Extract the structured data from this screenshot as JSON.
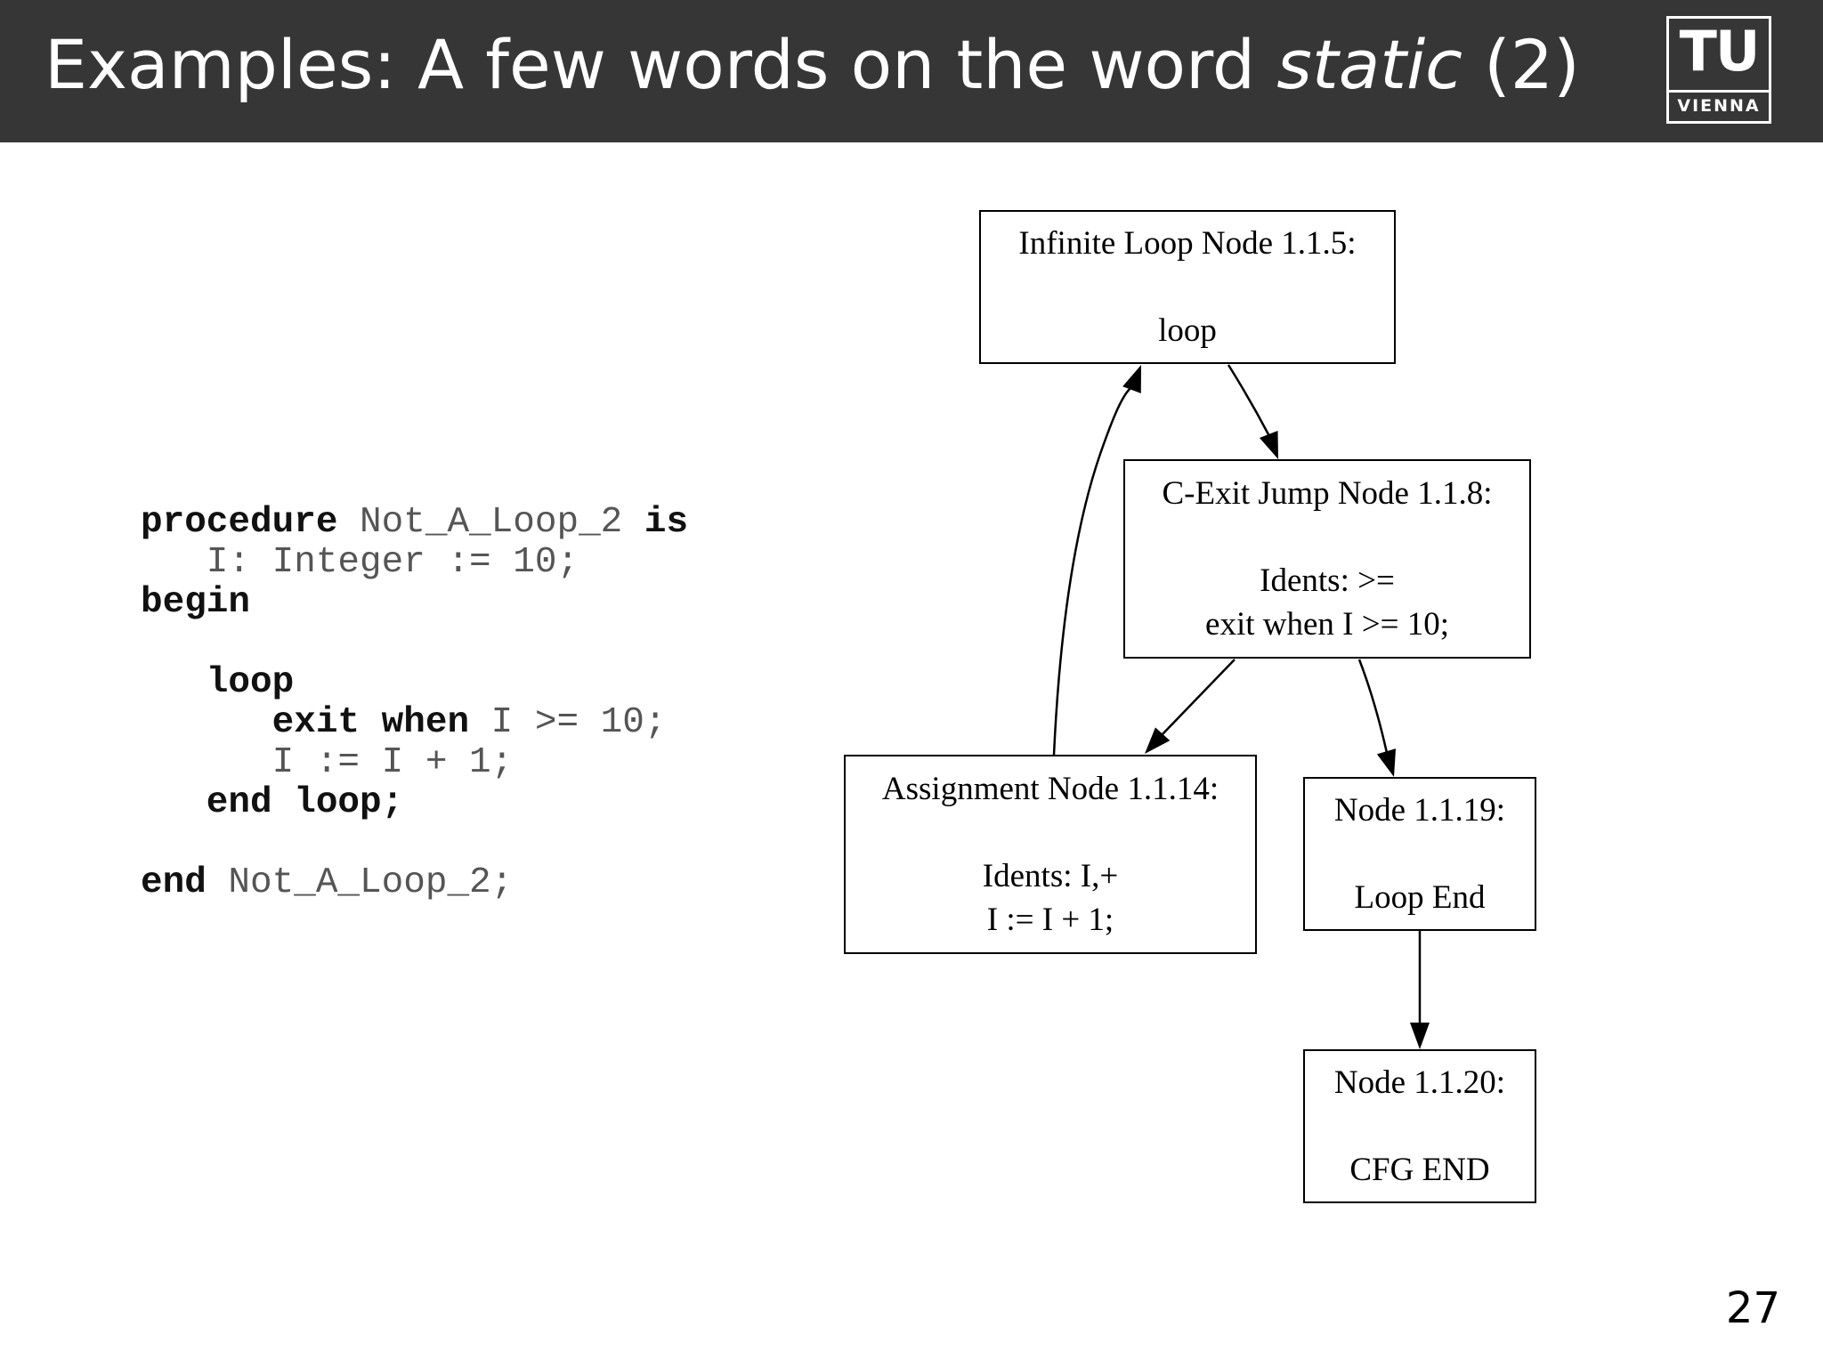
{
  "slide": {
    "title_prefix": "Examples: A few words on the word ",
    "title_emphasis": "static",
    "title_suffix": " (2)",
    "page_number": "27"
  },
  "logo": {
    "mark": "TU",
    "name": "VIENNA"
  },
  "code": {
    "lines": [
      [
        {
          "t": "procedure",
          "kw": true
        },
        {
          "t": " Not_A_Loop_2 ",
          "kw": false
        },
        {
          "t": "is",
          "kw": true
        }
      ],
      [
        {
          "t": "   I: Integer := 10;",
          "kw": false
        }
      ],
      [
        {
          "t": "begin",
          "kw": true
        }
      ],
      [
        {
          "t": "",
          "kw": false
        }
      ],
      [
        {
          "t": "   loop",
          "kw": true
        }
      ],
      [
        {
          "t": "      exit when",
          "kw": true
        },
        {
          "t": " I >= 10;",
          "kw": false
        }
      ],
      [
        {
          "t": "      I := I + 1;",
          "kw": false
        }
      ],
      [
        {
          "t": "   end loop;",
          "kw": true
        }
      ],
      [
        {
          "t": "",
          "kw": false
        }
      ],
      [
        {
          "t": "end",
          "kw": true
        },
        {
          "t": " Not_A_Loop_2;",
          "kw": false
        }
      ]
    ]
  },
  "diagram": {
    "nodes": [
      {
        "id": "infinite-loop-node",
        "title": "Infinite Loop Node 1.1.5:",
        "lines": [
          "loop"
        ]
      },
      {
        "id": "c-exit-jump-node",
        "title": "C-Exit Jump Node 1.1.8:",
        "lines": [
          "Idents: >=",
          "exit when I >= 10;"
        ]
      },
      {
        "id": "assignment-node",
        "title": "Assignment Node 1.1.14:",
        "lines": [
          "Idents: I,+",
          "I := I + 1;"
        ]
      },
      {
        "id": "loop-end-node",
        "title": "Node 1.1.19:",
        "lines": [
          "Loop End"
        ]
      },
      {
        "id": "cfg-end-node",
        "title": "Node 1.1.20:",
        "lines": [
          "CFG END"
        ]
      }
    ],
    "edges": [
      {
        "from": "infinite-loop-node",
        "to": "c-exit-jump-node"
      },
      {
        "from": "c-exit-jump-node",
        "to": "assignment-node"
      },
      {
        "from": "c-exit-jump-node",
        "to": "loop-end-node"
      },
      {
        "from": "assignment-node",
        "to": "infinite-loop-node"
      },
      {
        "from": "loop-end-node",
        "to": "cfg-end-node"
      }
    ]
  }
}
